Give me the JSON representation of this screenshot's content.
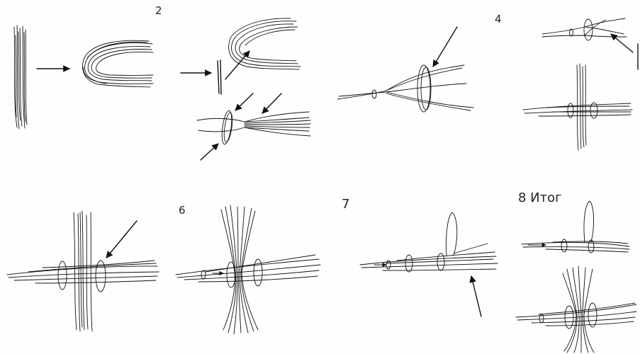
{
  "steps": [
    {
      "label": "2"
    },
    {
      "label": "4"
    },
    {
      "label": "6"
    },
    {
      "label": "7"
    },
    {
      "label": "8 Итог"
    }
  ]
}
